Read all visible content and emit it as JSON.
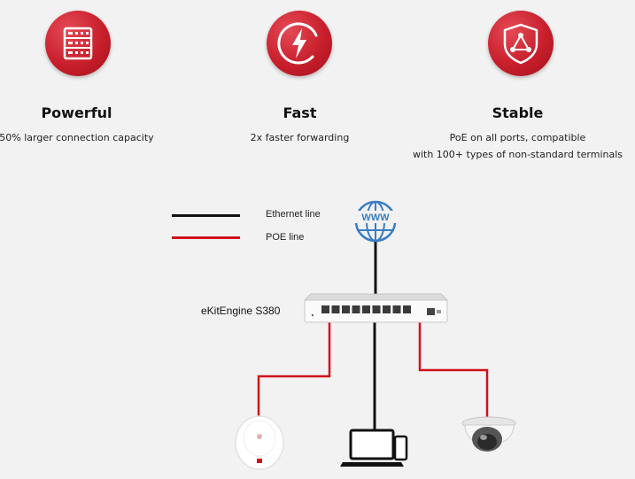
{
  "features": [
    {
      "icon": "server-rack-icon",
      "title": "Powerful",
      "desc": [
        "50% larger connection capacity"
      ]
    },
    {
      "icon": "lightning-bolt-icon",
      "title": "Fast",
      "desc": [
        "2x faster forwarding"
      ]
    },
    {
      "icon": "shield-network-icon",
      "title": "Stable",
      "desc": [
        "PoE on all ports, compatible",
        "with 100+ types of non-standard terminals"
      ]
    }
  ],
  "legend": {
    "ethernet": {
      "label": "Ethernet line",
      "color": "#111111"
    },
    "poe": {
      "label": "POE line",
      "color": "#d0121b"
    }
  },
  "internet_label": "WWW",
  "switch_label": "eKitEngine S380",
  "colors": {
    "accent": "#c81f2c",
    "globe": "#3b7dc4"
  },
  "devices": [
    "access-point-icon",
    "laptop-phone-icon",
    "dome-camera-icon"
  ]
}
